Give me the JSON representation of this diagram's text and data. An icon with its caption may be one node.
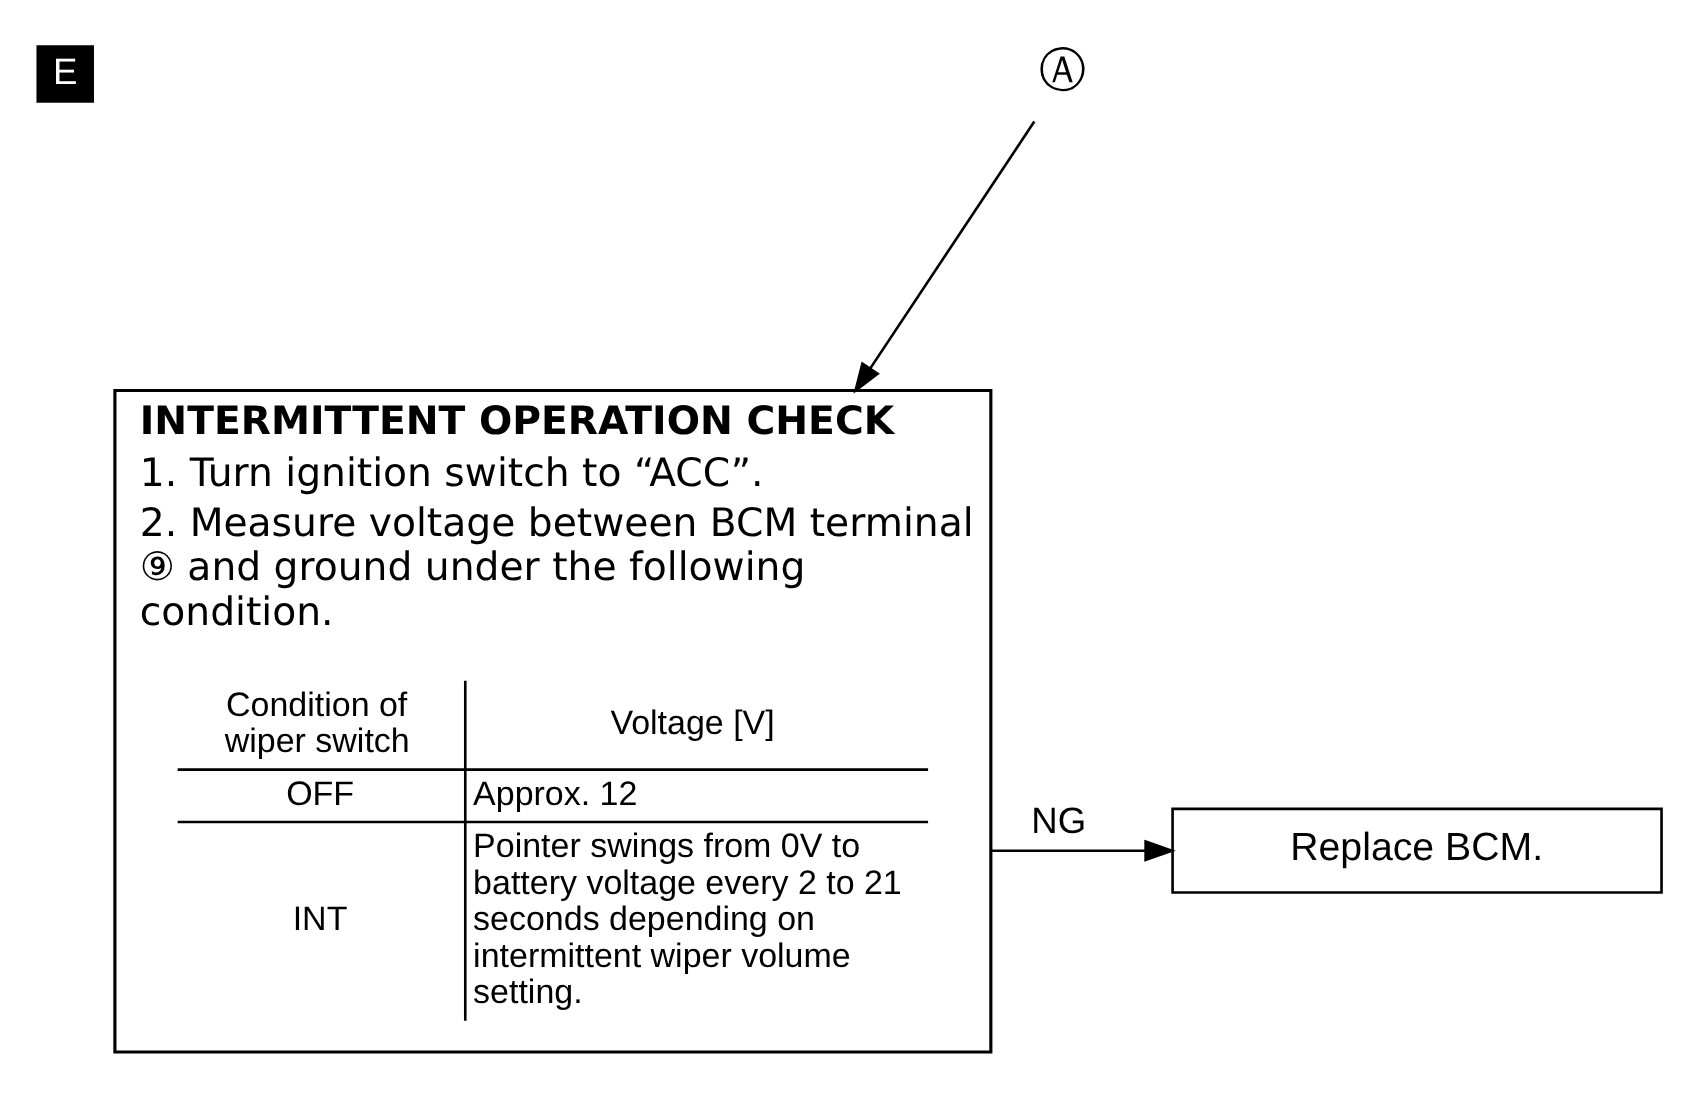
{
  "diagram": {
    "nodes": [
      {
        "text": [
          "Ⓐ"
        ]
      },
      {
        "text": [
          "INTERMITTENT OPERATION CHECK",
          "1. Turn ignition switch to “ACC”.",
          "2. Measure voltage between BCM terminal ⑨ and ground under the following condition."
        ]
      },
      {
        "text": [
          "Replace BCM."
        ]
      }
    ],
    "edges": [
      {
        "from": 0,
        "to": 1,
        "arrow": "to"
      },
      {
        "from": 1,
        "to": 2,
        "arrow": "to",
        "label": "NG"
      }
    ],
    "labels": [
      "E",
      "Condition of wiper switch",
      "Voltage [V]",
      "OFF",
      "Approx. 12",
      "INT",
      "Pointer swings from 0V to battery voltage every 2 to 21 seconds depending on intermittent wiper volume setting."
    ]
  }
}
